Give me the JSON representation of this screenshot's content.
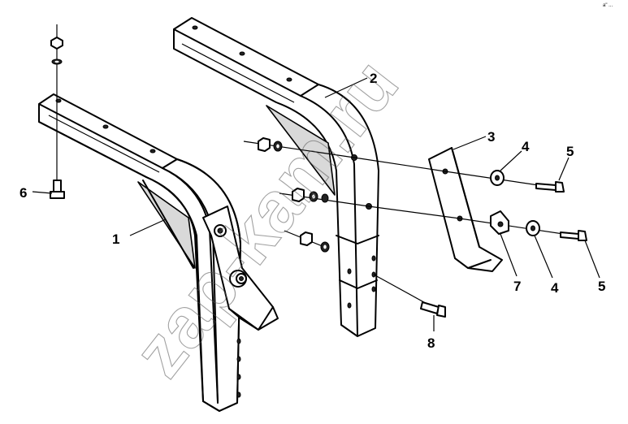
{
  "watermark": "zap-kam.ru",
  "corner_mark": "a\" ...",
  "callouts": [
    {
      "label": "1"
    },
    {
      "label": "2"
    },
    {
      "label": "3"
    },
    {
      "label": "4"
    },
    {
      "label": "5"
    },
    {
      "label": "6"
    },
    {
      "label": "7"
    },
    {
      "label": "4"
    },
    {
      "label": "5"
    },
    {
      "label": "8"
    }
  ]
}
